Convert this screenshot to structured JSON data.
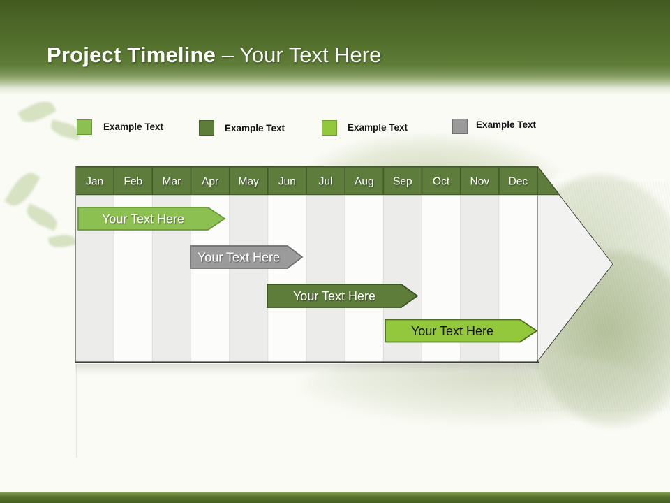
{
  "slide": {
    "title_bold": "Project Timeline",
    "title_rest": " – Your Text Here"
  },
  "legend": {
    "items": [
      {
        "label": "Example Text",
        "color": "#8cc050",
        "border": "#69993a"
      },
      {
        "label": "Example Text",
        "color": "#5e7d3a",
        "border": "#46602b"
      },
      {
        "label": "Example Text",
        "color": "#93c83d",
        "border": "#73a233"
      },
      {
        "label": "Example Text",
        "color": "#9a9a9a",
        "border": "#6f6f6f"
      }
    ]
  },
  "timeline": {
    "months": [
      "Jan",
      "Feb",
      "Mar",
      "Apr",
      "May",
      "Jun",
      "Jul",
      "Aug",
      "Sep",
      "Oct",
      "Nov",
      "Dec"
    ],
    "header_color": "#5e7d3d",
    "bars": [
      {
        "label": "Your Text Here",
        "fill": "#8cc050",
        "stroke": "#69993a",
        "text_color": "#ffffff",
        "start_month": "Jan",
        "end_month": "Apr"
      },
      {
        "label": "Your Text Here",
        "fill": "#9b9b9b",
        "stroke": "#6f6f6f",
        "text_color": "#ffffff",
        "start_month": "Apr",
        "end_month": "Jun"
      },
      {
        "label": "Your Text Here",
        "fill": "#5e7d3a",
        "stroke": "#3c5222",
        "text_color": "#ffffff",
        "start_month": "Jun",
        "end_month": "Sep"
      },
      {
        "label": "Your Text Here",
        "fill": "#93c83d",
        "stroke": "#4b731d",
        "text_color": "#111111",
        "start_month": "Sep",
        "end_month": "Dec"
      }
    ]
  },
  "chart_data": {
    "type": "bar",
    "subtype": "gantt-timeline",
    "title": "Project Timeline",
    "categories": [
      "Jan",
      "Feb",
      "Mar",
      "Apr",
      "May",
      "Jun",
      "Jul",
      "Aug",
      "Sep",
      "Oct",
      "Nov",
      "Dec"
    ],
    "series": [
      {
        "name": "Your Text Here",
        "color": "#8cc050",
        "start": 0.1,
        "end": 3.9
      },
      {
        "name": "Your Text Here",
        "color": "#9b9b9b",
        "start": 3.0,
        "end": 5.9
      },
      {
        "name": "Your Text Here",
        "color": "#5e7d3a",
        "start": 5.0,
        "end": 8.9
      },
      {
        "name": "Your Text Here",
        "color": "#93c83d",
        "start": 8.0,
        "end": 12.0
      }
    ],
    "xlim": [
      0,
      12
    ],
    "grid": "vertical-column-stripes",
    "legend_position": "top"
  }
}
